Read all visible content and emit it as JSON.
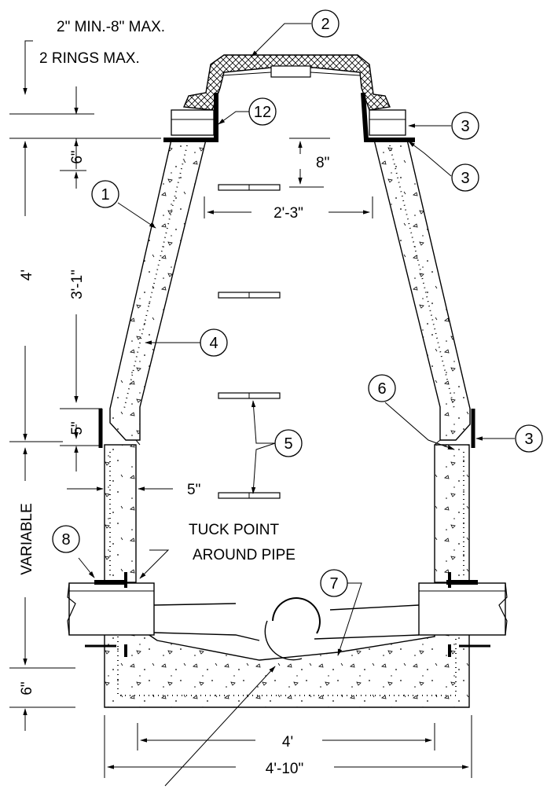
{
  "notes": {
    "ring_limit_1": "2\" MIN.-8\" MAX.",
    "ring_limit_2": "2 RINGS MAX.",
    "tuck_point_1": "TUCK POINT",
    "tuck_point_2": "AROUND PIPE"
  },
  "dimensions": {
    "six_top": "6\"",
    "eight": "8\"",
    "opening": "2'-3\"",
    "four_ft": "4'",
    "three_one": "3'-1\"",
    "five_v": "5\"",
    "five_h": "5\"",
    "variable": "VARIABLE",
    "six_bottom": "6\"",
    "inner_width": "4'",
    "outer_width": "4'-10\""
  },
  "callouts": {
    "c1": "1",
    "c2": "2",
    "c3a": "3",
    "c3b": "3",
    "c3c": "3",
    "c4": "4",
    "c5": "5",
    "c6": "6",
    "c7": "7",
    "c8": "8",
    "c12": "12"
  }
}
